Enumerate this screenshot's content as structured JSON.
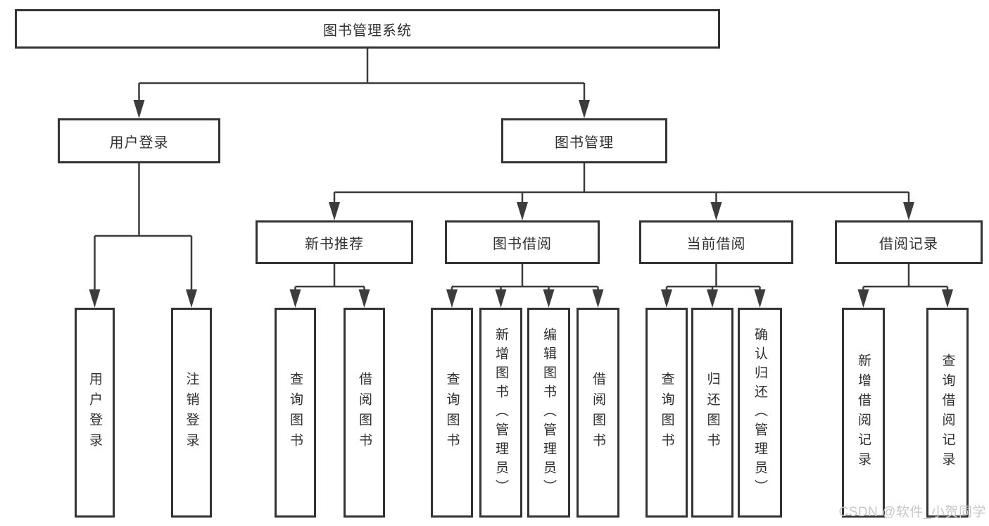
{
  "tree": {
    "root": "图书管理系统",
    "level2": [
      "用户登录",
      "图书管理"
    ],
    "level3": [
      "新书推荐",
      "图书借阅",
      "当前借阅",
      "借阅记录"
    ],
    "login_children": [
      "用户登录",
      "注销登录"
    ],
    "newbook_children": [
      "查询图书",
      "借阅图书"
    ],
    "borrow_children": [
      "查询图书",
      "新增图书（管理员）",
      "编辑图书（管理员）",
      "借阅图书"
    ],
    "current_children": [
      "查询图书",
      "归还图书",
      "确认归还（管理员）"
    ],
    "record_children": [
      "新增借阅记录",
      "查询借阅记录"
    ]
  },
  "watermark": "CSDN @软件_小贺同学",
  "colors": {
    "line": "#3c3c3c",
    "border": "#333333",
    "text": "#2f2f2f",
    "watermark_text": "#c8c8c8",
    "background": "#ffffff"
  }
}
